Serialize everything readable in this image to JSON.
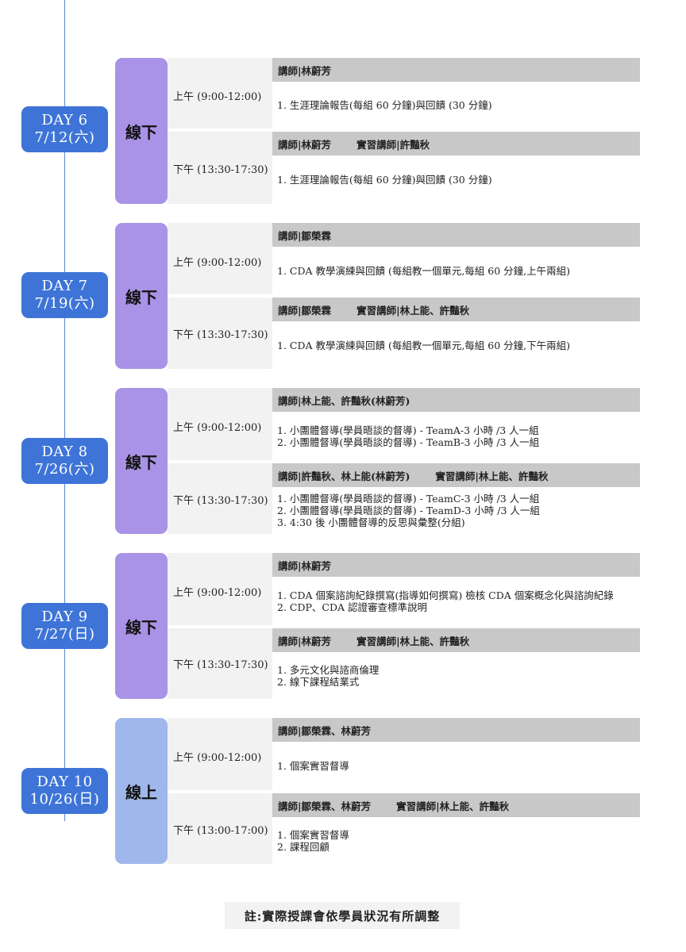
{
  "days": [
    {
      "day": "DAY 6",
      "date": "7/12(六)",
      "mode": "線下",
      "am": {
        "time": "上午 (9:00-12:00)",
        "instructor": "講師|林蔚芳",
        "assistant": "",
        "lines": [
          "1. 生涯理論報告(每組 60 分鐘)與回饋 (30 分鐘)"
        ]
      },
      "pm": {
        "time": "下午 (13:30-17:30)",
        "instructor": "講師|林蔚芳",
        "assistant": "實習講師|許豔秋",
        "lines": [
          "1. 生涯理論報告(每組 60 分鐘)與回饋 (30 分鐘)"
        ]
      }
    },
    {
      "day": "DAY 7",
      "date": "7/19(六)",
      "mode": "線下",
      "am": {
        "time": "上午 (9:00-12:00)",
        "instructor": "講師|鄒榮霖",
        "assistant": "",
        "lines": [
          "1.  CDA 教學演練與回饋 (每組教一個單元,每組 60 分鐘,上午兩組)"
        ]
      },
      "pm": {
        "time": "下午 (13:30-17:30)",
        "instructor": "講師|鄒榮霖",
        "assistant": "實習講師|林上能、許豔秋",
        "lines": [
          "1.  CDA 教學演練與回饋 (每組教一個單元,每組 60 分鐘,下午兩組)"
        ]
      }
    },
    {
      "day": "DAY 8",
      "date": "7/26(六)",
      "mode": "線下",
      "am": {
        "time": "上午 (9:00-12:00)",
        "instructor": "講師|林上能、許豔秋(林蔚芳)",
        "assistant": "",
        "lines": [
          "1.  小團體督導(學員晤談的督導) - TeamA-3 小時 /3 人一組",
          "2.  小團體督導(學員晤談的督導) - TeamB-3 小時 /3 人一組"
        ]
      },
      "pm": {
        "time": "下午 (13:30-17:30)",
        "instructor": "講師|許豔秋、林上能(林蔚芳)",
        "assistant": "實習講師|林上能、許豔秋",
        "lines": [
          "1.  小團體督導(學員晤談的督導) - TeamC-3 小時 /3 人一組",
          "2.  小團體督導(學員晤談的督導) - TeamD-3 小時 /3 人一組",
          "3.  4:30 後  小團體督導的反思與彙整(分組)"
        ]
      }
    },
    {
      "day": "DAY 9",
      "date": "7/27(日)",
      "mode": "線下",
      "am": {
        "time": "上午 (9:00-12:00)",
        "instructor": "講師|林蔚芳",
        "assistant": "",
        "lines": [
          "1.  CDA 個案諮詢紀錄撰寫(指導如何撰寫) 檢核 CDA 個案概念化與諮詢紀錄",
          "2.  CDP、CDA 認證審查標準說明"
        ]
      },
      "pm": {
        "time": "下午 (13:30-17:30)",
        "instructor": "講師|林蔚芳",
        "assistant": "實習講師|林上能、許豔秋",
        "lines": [
          "1. 多元文化與諮商倫理",
          "2. 線下課程結業式"
        ]
      }
    },
    {
      "day": "DAY 10",
      "date": "10/26(日)",
      "mode": "線上",
      "am": {
        "time": "上午 (9:00-12:00)",
        "instructor": "講師|鄒榮霖、林蔚芳",
        "assistant": "",
        "lines": [
          "1.  個案實習督導"
        ]
      },
      "pm": {
        "time": "下午 (13:00-17:00)",
        "instructor": "講師|鄒榮霖、林蔚芳",
        "assistant": "實習講師|林上能、許豔秋",
        "lines": [
          "1. 個案實習督導",
          "2. 課程回顧"
        ]
      }
    }
  ],
  "note": "註:實際授課會依學員狀況有所調整",
  "colors": {
    "badge": "#3e74d7",
    "offline": "#a893e6",
    "online": "#9fb7ea",
    "instructor_bar": "#c8c8c8",
    "panel": "#f2f2f2"
  }
}
